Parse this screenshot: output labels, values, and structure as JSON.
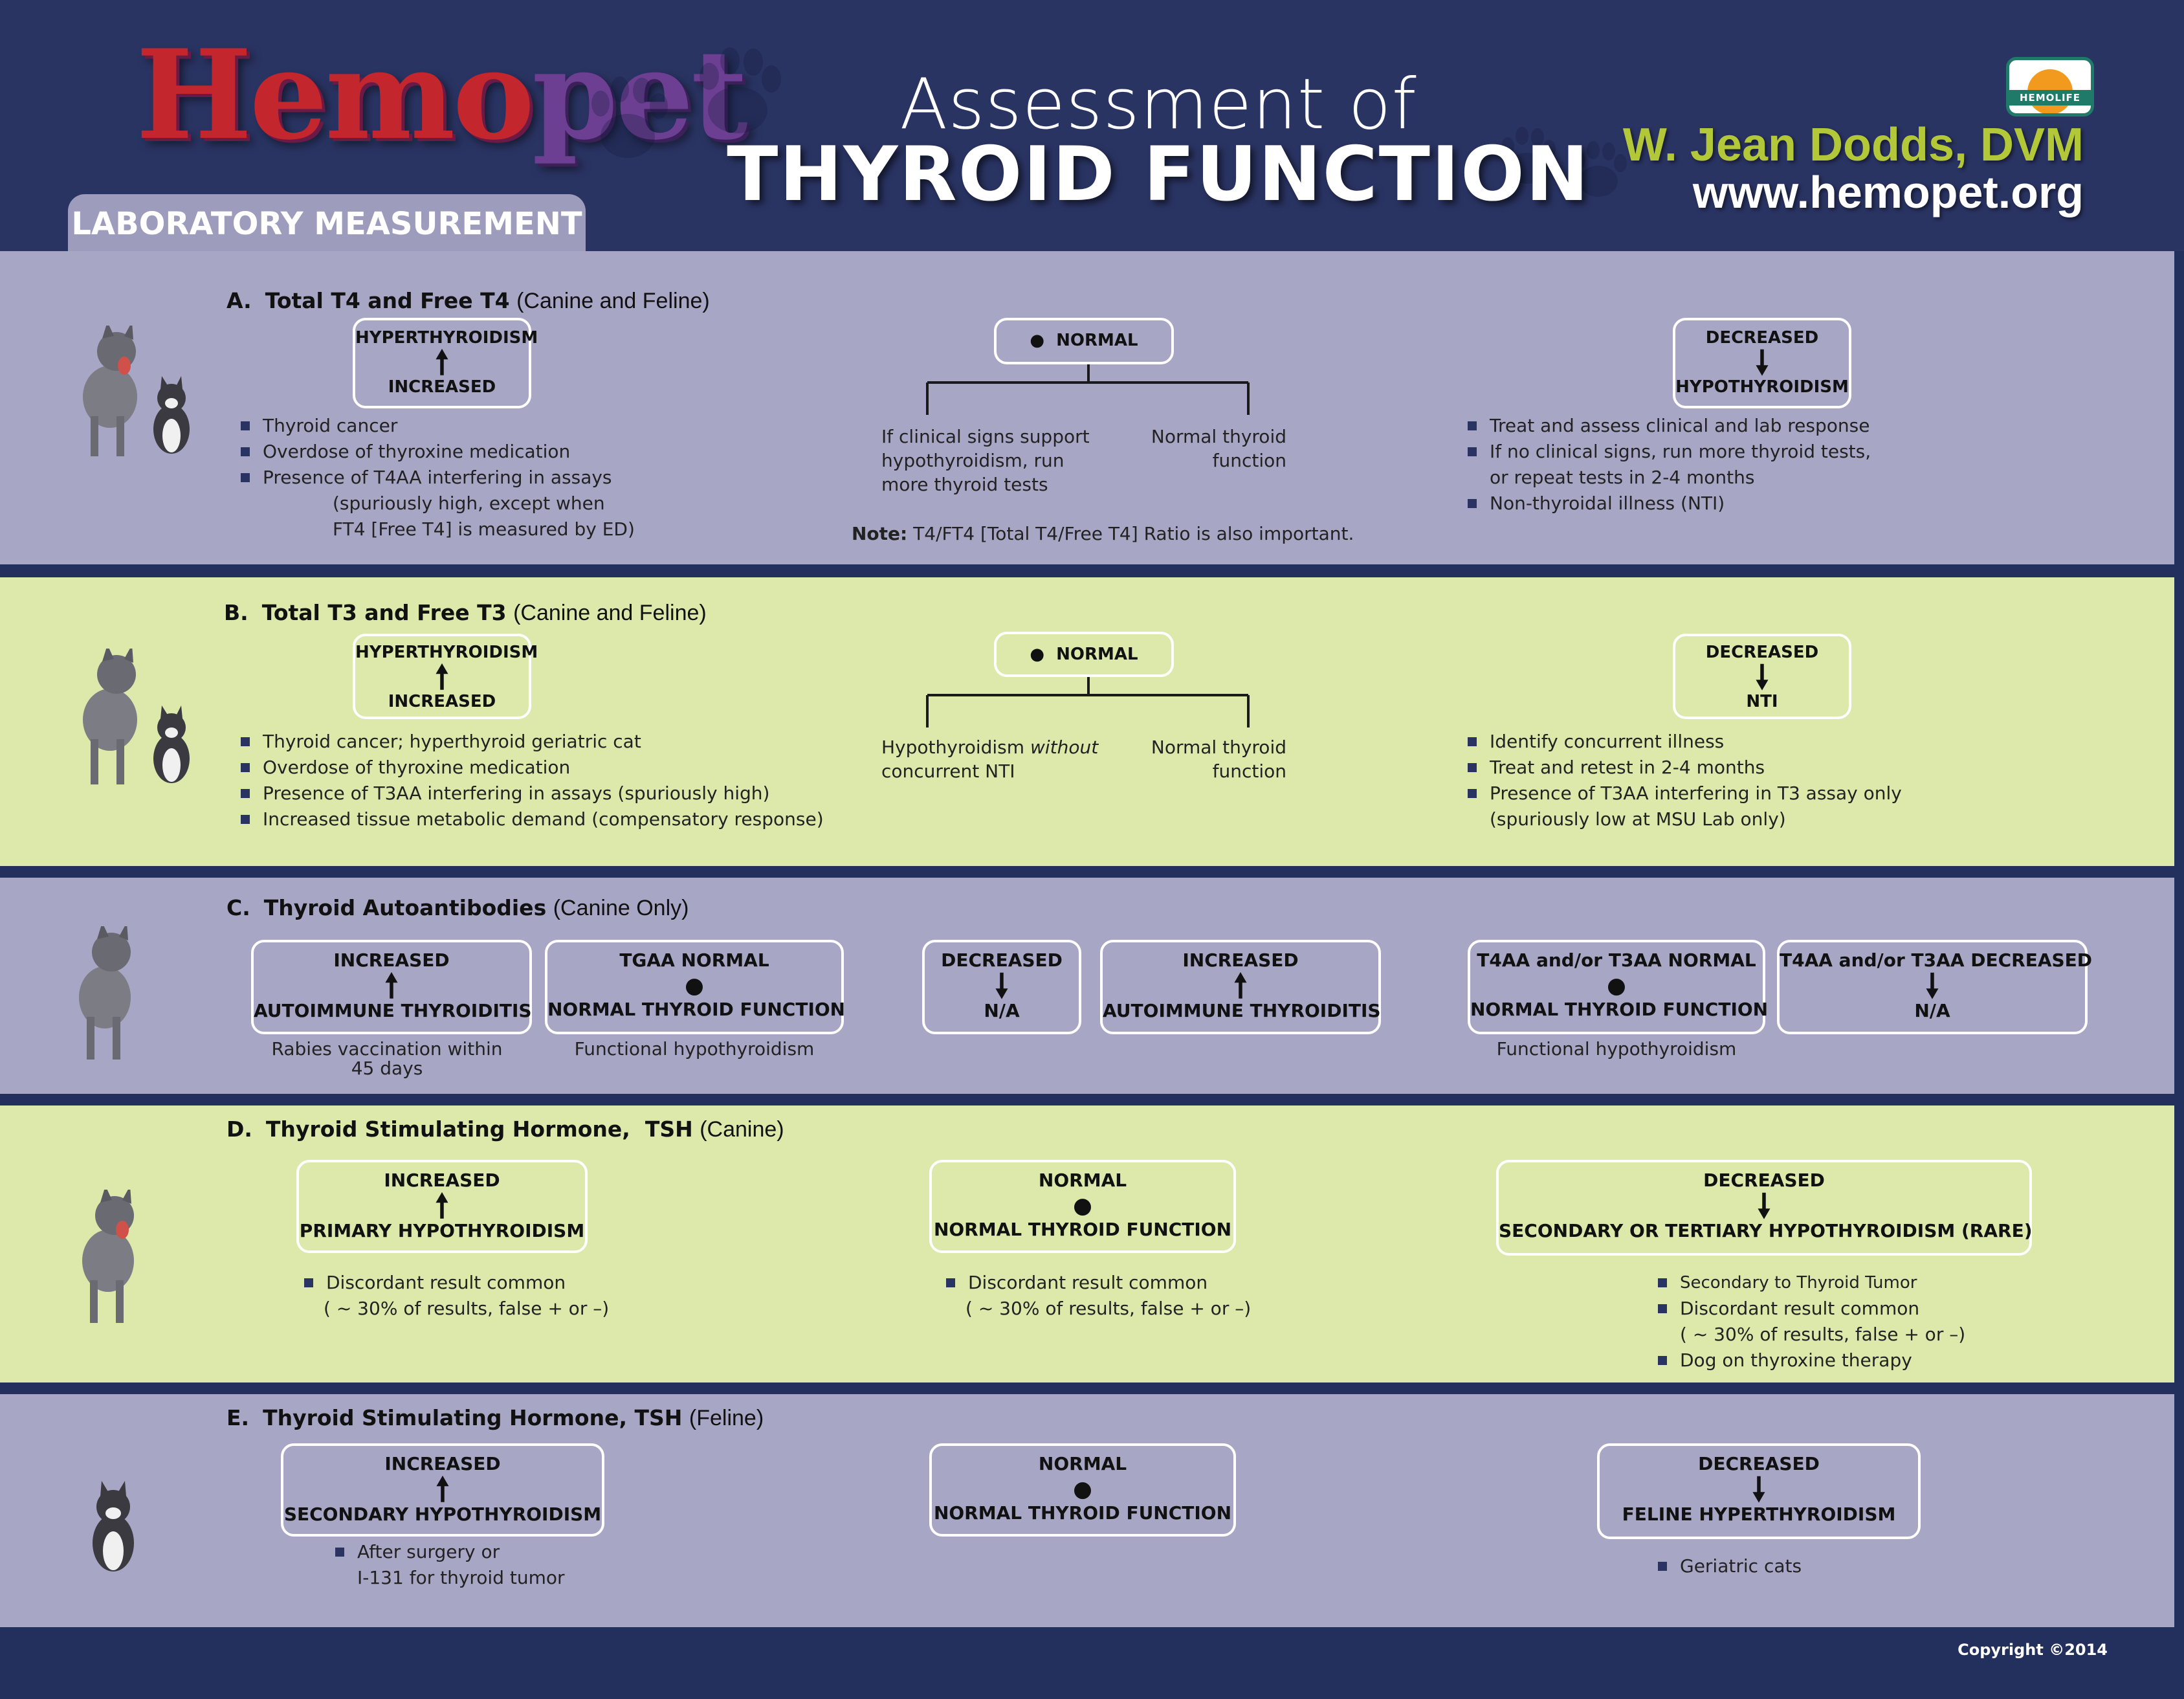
{
  "header": {
    "logo_part1": "Hemo",
    "logo_part2": "pet",
    "title_line1": "Assessment of",
    "title_line2": "THYROID FUNCTION",
    "author": "W. Jean Dodds, DVM",
    "website": "www.hemopet.org",
    "badge_text": "HEMOLIFE",
    "tab_label": "LABORATORY MEASUREMENT"
  },
  "colors": {
    "header_bg": "#2a3463",
    "purple_band": "#a7a6c5",
    "green_band": "#dde8ab",
    "author_green": "#b3c838",
    "logo_red": "#c4262e",
    "logo_purple": "#6d3f93"
  },
  "sections": {
    "a": {
      "letter": "A.",
      "title": "Total T4 and Free T4",
      "subtitle": "(Canine and Feline)",
      "box_high_top": "HYPERTHYROIDISM",
      "box_high_bottom": "INCREASED",
      "box_normal": "NORMAL",
      "box_low_top": "DECREASED",
      "box_low_bottom": "HYPOTHYROIDISM",
      "high_bullets": [
        "Thyroid cancer",
        "Overdose of thyroxine medication",
        "Presence of T4AA interfering in assays"
      ],
      "high_cont": [
        "(spuriously high, except when",
        "FT4 [Free T4] is measured by ED)"
      ],
      "normal_left": [
        "If clinical signs support",
        "hypothyroidism, run",
        "more thyroid tests"
      ],
      "normal_right": [
        "Normal thyroid",
        "function"
      ],
      "note_label": "Note:",
      "note_text": "T4/FT4 [Total T4/Free T4] Ratio is also important.",
      "low_bullets": [
        "Treat and assess clinical and lab response",
        "If no clinical signs, run more thyroid tests,"
      ],
      "low_cont": "or repeat tests in 2-4 months",
      "low_bullet_last": "Non-thyroidal illness (NTI)"
    },
    "b": {
      "letter": "B.",
      "title": "Total T3 and Free T3",
      "subtitle": "(Canine and Feline)",
      "box_high_top": "HYPERTHYROIDISM",
      "box_high_bottom": "INCREASED",
      "box_normal": "NORMAL",
      "box_low_top": "DECREASED",
      "box_low_bottom": "NTI",
      "high_bullets": [
        "Thyroid cancer; hyperthyroid geriatric cat",
        "Overdose of thyroxine medication",
        "Presence of T3AA interfering in assays (spuriously high)",
        "Increased tissue metabolic demand (compensatory response)"
      ],
      "normal_left_a": "Hypothyroidism",
      "normal_left_b": "without",
      "normal_left_c": "concurrent NTI",
      "normal_right": [
        "Normal thyroid",
        "function"
      ],
      "low_bullets": [
        "Identify concurrent illness",
        "Treat and retest in 2-4 months",
        "Presence of T3AA interfering in T3 assay only"
      ],
      "low_cont": "(spuriously low at MSU Lab only)"
    },
    "c": {
      "letter": "C.",
      "title": "Thyroid Autoantibodies",
      "subtitle": "(Canine Only)",
      "boxes": [
        {
          "top": "INCREASED",
          "bottom": "AUTOIMMUNE THYROIDITIS"
        },
        {
          "top": "TGAA NORMAL",
          "bottom": "NORMAL THYROID FUNCTION"
        },
        {
          "top": "DECREASED",
          "bottom": "N/A"
        },
        {
          "top": "INCREASED",
          "bottom": "AUTOIMMUNE THYROIDITIS"
        },
        {
          "top": "T4AA and/or T3AA NORMAL",
          "bottom": "NORMAL THYROID FUNCTION"
        },
        {
          "top": "T4AA and/or T3AA DECREASED",
          "bottom": "N/A"
        }
      ],
      "note1": [
        "Rabies vaccination within",
        "45 days"
      ],
      "note2": "Functional hypothyroidism",
      "note3": "Functional hypothyroidism"
    },
    "d": {
      "letter": "D.",
      "title": "Thyroid Stimulating Hormone,  TSH",
      "subtitle": "(Canine)",
      "box1_top": "INCREASED",
      "box1_bottom": "PRIMARY HYPOTHYROIDISM",
      "box2_top": "NORMAL",
      "box2_bottom": "NORMAL THYROID FUNCTION",
      "box3_top": "DECREASED",
      "box3_bottom": "SECONDARY OR TERTIARY HYPOTHYROIDISM (RARE)",
      "col1_bullet": "Discordant result common",
      "col1_cont": "( ~ 30% of results, false + or –)",
      "col2_bullet": "Discordant result common",
      "col2_cont": "( ~ 30% of results, false + or –)",
      "col3_bullets": [
        "Secondary to Thyroid Tumor",
        "Discordant result common"
      ],
      "col3_cont": "( ~ 30% of results, false + or –)",
      "col3_last": "Dog on thyroxine therapy"
    },
    "e": {
      "letter": "E.",
      "title": "Thyroid Stimulating Hormone, TSH",
      "subtitle": "(Feline)",
      "box1_top": "INCREASED",
      "box1_bottom": "SECONDARY HYPOTHYROIDISM",
      "box2_top": "NORMAL",
      "box2_bottom": "NORMAL THYROID FUNCTION",
      "box3_top": "DECREASED",
      "box3_bottom": "FELINE HYPERTHYROIDISM",
      "col1_bullet": "After surgery or",
      "col1_cont": "I-131 for thyroid tumor",
      "col3_bullet": "Geriatric cats"
    }
  },
  "footer": {
    "copyright": "Copyright ©2014"
  }
}
